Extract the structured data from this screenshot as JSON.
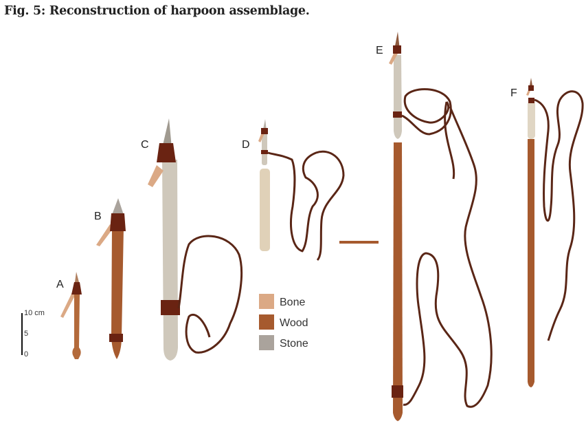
{
  "figure": {
    "title": "Fig. 5: Reconstruction of harpoon assemblage.",
    "labels": [
      "A",
      "B",
      "C",
      "D",
      "E",
      "F"
    ],
    "scale_bar": {
      "top": "10 cm",
      "mid": "5",
      "bottom": "0"
    },
    "legend": [
      {
        "label": "Bone",
        "color": "#dba985"
      },
      {
        "label": "Wood",
        "color": "#a65a2e"
      },
      {
        "label": "Stone",
        "color": "#aaa39c"
      }
    ],
    "colors": {
      "binding": "#6a2312",
      "cord": "#5a2616",
      "foreshaft": "#cfc8bb"
    }
  }
}
